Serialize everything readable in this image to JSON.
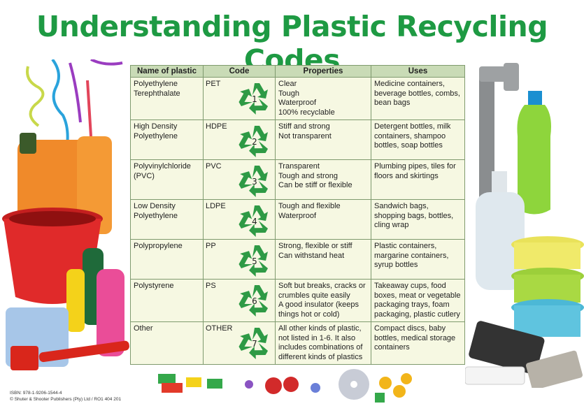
{
  "title": "Understanding Plastic Recycling Codes",
  "headers": [
    "Name of plastic",
    "Code",
    "Properties",
    "Uses"
  ],
  "rows": [
    {
      "name": [
        "Polyethylene",
        "Terephthalate"
      ],
      "code": "PET",
      "number": "1",
      "properties": [
        "Clear",
        "Tough",
        "Waterproof",
        "100% recyclable"
      ],
      "uses": [
        "Medicine containers,",
        "beverage bottles, combs,",
        "bean bags"
      ]
    },
    {
      "name": [
        "High Density",
        "Polyethylene"
      ],
      "code": "HDPE",
      "number": "2",
      "properties": [
        "Stiff and strong",
        "Not transparent"
      ],
      "uses": [
        "Detergent bottles, milk",
        "containers, shampoo",
        "bottles, soap bottles"
      ]
    },
    {
      "name": [
        "Polyvinylchloride",
        "(PVC)"
      ],
      "code": "PVC",
      "number": "3",
      "properties": [
        "Transparent",
        "Tough and strong",
        "Can be stiff or flexible"
      ],
      "uses": [
        "Plumbing pipes, tiles for",
        "floors and skirtings"
      ]
    },
    {
      "name": [
        "Low Density",
        "Polyethylene"
      ],
      "code": "LDPE",
      "number": "4",
      "properties": [
        "Tough and flexible",
        "Waterproof"
      ],
      "uses": [
        "Sandwich bags,",
        "shopping bags, bottles,",
        "cling wrap"
      ]
    },
    {
      "name": [
        "Polypropylene"
      ],
      "code": "PP",
      "number": "5",
      "properties": [
        "Strong, flexible or stiff",
        "Can withstand heat"
      ],
      "uses": [
        "Plastic containers,",
        "margarine containers,",
        "syrup bottles"
      ]
    },
    {
      "name": [
        "Polystyrene"
      ],
      "code": "PS",
      "number": "6",
      "properties": [
        "Soft but breaks, cracks or",
        "crumbles quite easily",
        "A good insulator (keeps",
        "things hot or cold)"
      ],
      "uses": [
        "Takeaway cups, food",
        "boxes, meat or vegetable",
        "packaging trays, foam",
        "packaging, plastic cutlery"
      ]
    },
    {
      "name": [
        "Other"
      ],
      "code": "OTHER",
      "number": "7",
      "properties": [
        "All other kinds of plastic,",
        "not listed in 1-6. It also",
        "includes combinations of",
        "different kinds of plastics"
      ],
      "uses": [
        "Compact discs, baby",
        "bottles, medical storage",
        "containers"
      ]
    }
  ],
  "footer": {
    "isbn": "ISBN: 978-1-9206-1544-4",
    "publisher": "© Shuter & Shooter Publishers (Pty) Ltd / RO1 404 201"
  },
  "colors": {
    "title": "#1e9a43",
    "recycle": "#2e9a45",
    "header_bg": "#c9dbb6",
    "table_bg": "#f6f8e2"
  }
}
